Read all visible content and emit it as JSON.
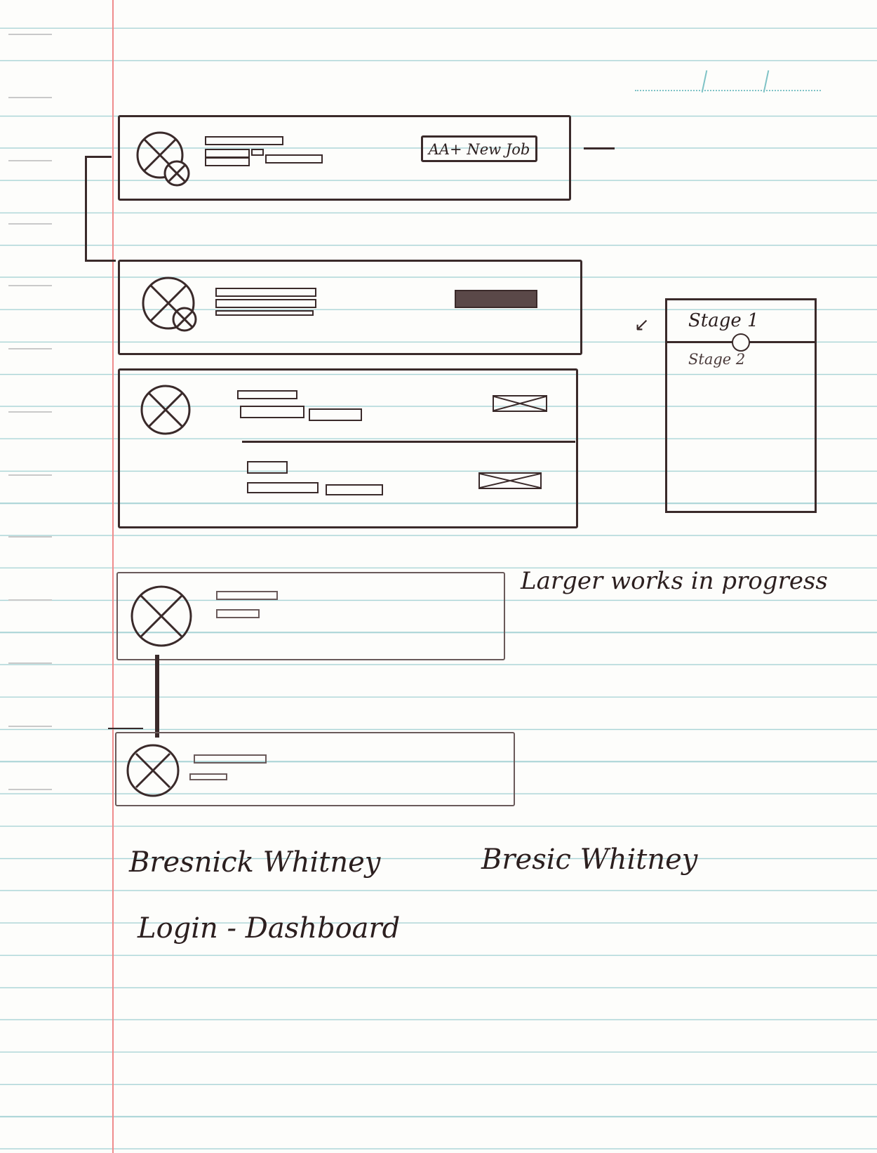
{
  "header_card": {
    "button_label": "AA+ New Job"
  },
  "stage_panel": {
    "stage1_label": "Stage 1",
    "stage2_label": "Stage 2"
  },
  "annotations": {
    "larger_works": "Larger works in progress",
    "brand_1": "Bresnick Whitney",
    "brand_2": "Bresic Whitney",
    "flow": "Login - Dashboard"
  },
  "icons": {
    "avatar": "avatar-placeholder-icon",
    "image_placeholder": "image-placeholder-icon",
    "down_arrow": "arrow-down-icon"
  },
  "colors": {
    "ink": "#3a2a2a",
    "ruled_line": "#a9d4d6",
    "margin_line": "#ef8c8c",
    "paper": "#fdfdfb"
  }
}
